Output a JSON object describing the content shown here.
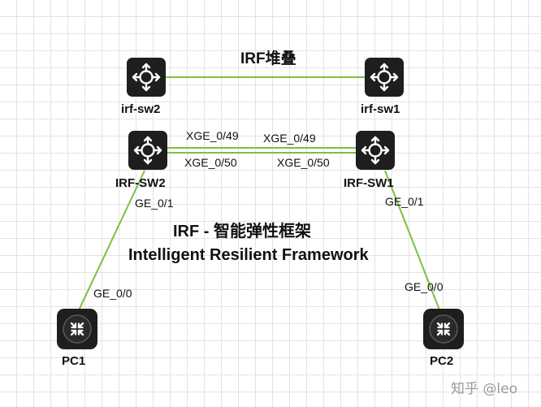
{
  "diagram": {
    "top_label": "IRF堆叠",
    "title": "IRF  -  智能弹性框架",
    "subtitle": "Intelligent Resilient Framework",
    "watermark": "知乎 @leo",
    "devices": {
      "irf_sw2_logical": {
        "label": "irf-sw2",
        "icon": "switch-icon"
      },
      "irf_sw1_logical": {
        "label": "irf-sw1",
        "icon": "switch-icon"
      },
      "irf_sw2": {
        "label": "IRF-SW2",
        "icon": "switch-icon"
      },
      "irf_sw1": {
        "label": "IRF-SW1",
        "icon": "switch-icon"
      },
      "pc1": {
        "label": "PC1",
        "icon": "pc-router-icon"
      },
      "pc2": {
        "label": "PC2",
        "icon": "pc-router-icon"
      }
    },
    "ports": {
      "sw2_xge49": "XGE_0/49",
      "sw2_xge50": "XGE_0/50",
      "sw1_xge49": "XGE_0/49",
      "sw1_xge50": "XGE_0/50",
      "sw2_ge01": "GE_0/1",
      "sw1_ge01": "GE_0/1",
      "pc1_ge00": "GE_0/0",
      "pc2_ge00": "GE_0/0"
    },
    "colors": {
      "link": "#7ac142",
      "device": "#1e1e1e",
      "icon": "#ffffff",
      "grid": "#e3e3e3"
    }
  }
}
